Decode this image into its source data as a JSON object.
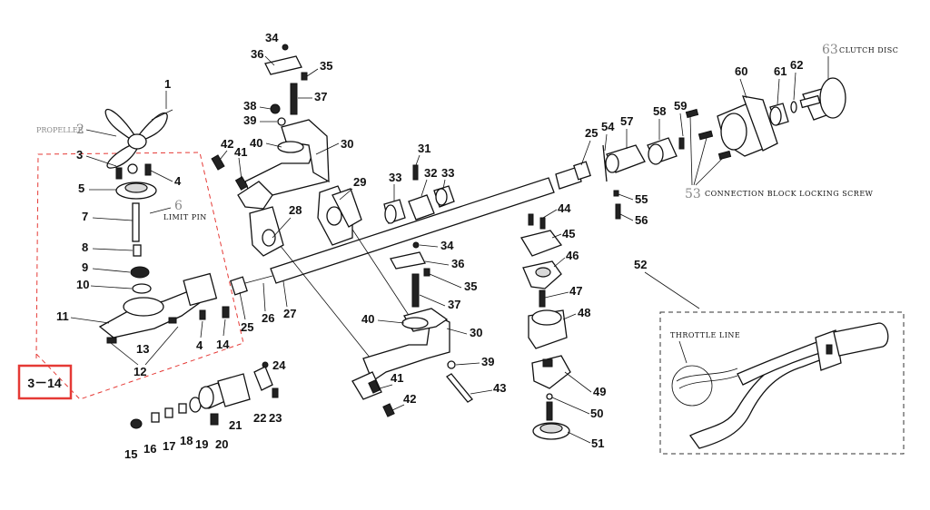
{
  "labels": {
    "propeller": "PROPELLER",
    "propeller_no": "2",
    "limit_pin": "LIMIT PIN",
    "limit_pin_no": "6",
    "clutch_disc": "CLUTCH DISC",
    "clutch_disc_no": "63",
    "connection_block": "CONNECTION BLOCK LOCKING SCREW",
    "connection_block_no": "53",
    "throttle_line": "THROTTLE LINE",
    "range_label": "3－14"
  },
  "parts": {
    "p1": "1",
    "p3": "3",
    "p4a": "4",
    "p4b": "4",
    "p5": "5",
    "p7": "7",
    "p8": "8",
    "p9": "9",
    "p10": "10",
    "p11": "11",
    "p12": "12",
    "p13": "13",
    "p14": "14",
    "p15": "15",
    "p16": "16",
    "p17": "17",
    "p18": "18",
    "p19": "19",
    "p20": "20",
    "p21": "21",
    "p22": "22",
    "p23": "23",
    "p24": "24",
    "p25a": "25",
    "p25b": "25",
    "p26": "26",
    "p27": "27",
    "p28": "28",
    "p29": "29",
    "p30a": "30",
    "p30b": "30",
    "p31": "31",
    "p32": "32",
    "p33a": "33",
    "p33b": "33",
    "p34a": "34",
    "p34b": "34",
    "p35a": "35",
    "p35b": "35",
    "p36a": "36",
    "p36b": "36",
    "p37a": "37",
    "p37b": "37",
    "p38": "38",
    "p39a": "39",
    "p39b": "39",
    "p40a": "40",
    "p40b": "40",
    "p41a": "41",
    "p41b": "41",
    "p42a": "42",
    "p42b": "42",
    "p43": "43",
    "p44": "44",
    "p45": "45",
    "p46": "46",
    "p47": "47",
    "p48": "48",
    "p49": "49",
    "p50": "50",
    "p51": "51",
    "p52": "52",
    "p54": "54",
    "p55": "55",
    "p56": "56",
    "p57": "57",
    "p58": "58",
    "p59": "59",
    "p60": "60",
    "p61": "61",
    "p62": "62"
  },
  "colors": {
    "highlight": "#e53935",
    "ink": "#111111",
    "caption_grey": "#888888"
  }
}
